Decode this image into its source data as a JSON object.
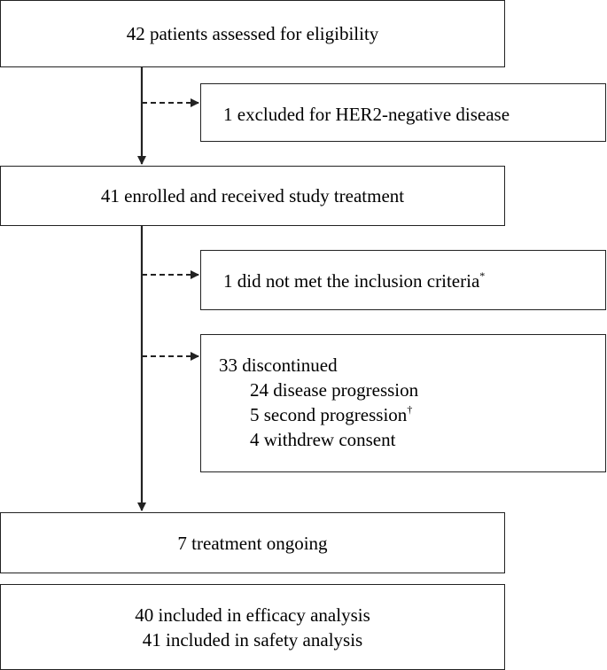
{
  "boxes": {
    "assessed": "42 patients assessed for eligibility",
    "excluded": "1 excluded for HER2-negative disease",
    "enrolled": "41 enrolled and received study treatment",
    "not_met": "1 did not met the inclusion criteria",
    "not_met_mark": "*",
    "discontinued": {
      "title": "33 discontinued",
      "items": [
        {
          "text": "24 disease progression",
          "mark": ""
        },
        {
          "text": "5 second progression",
          "mark": "†"
        },
        {
          "text": "4 withdrew consent",
          "mark": ""
        }
      ]
    },
    "ongoing": "7 treatment ongoing",
    "analysis": [
      "40 included in efficacy analysis",
      "41 included in safety analysis"
    ]
  }
}
